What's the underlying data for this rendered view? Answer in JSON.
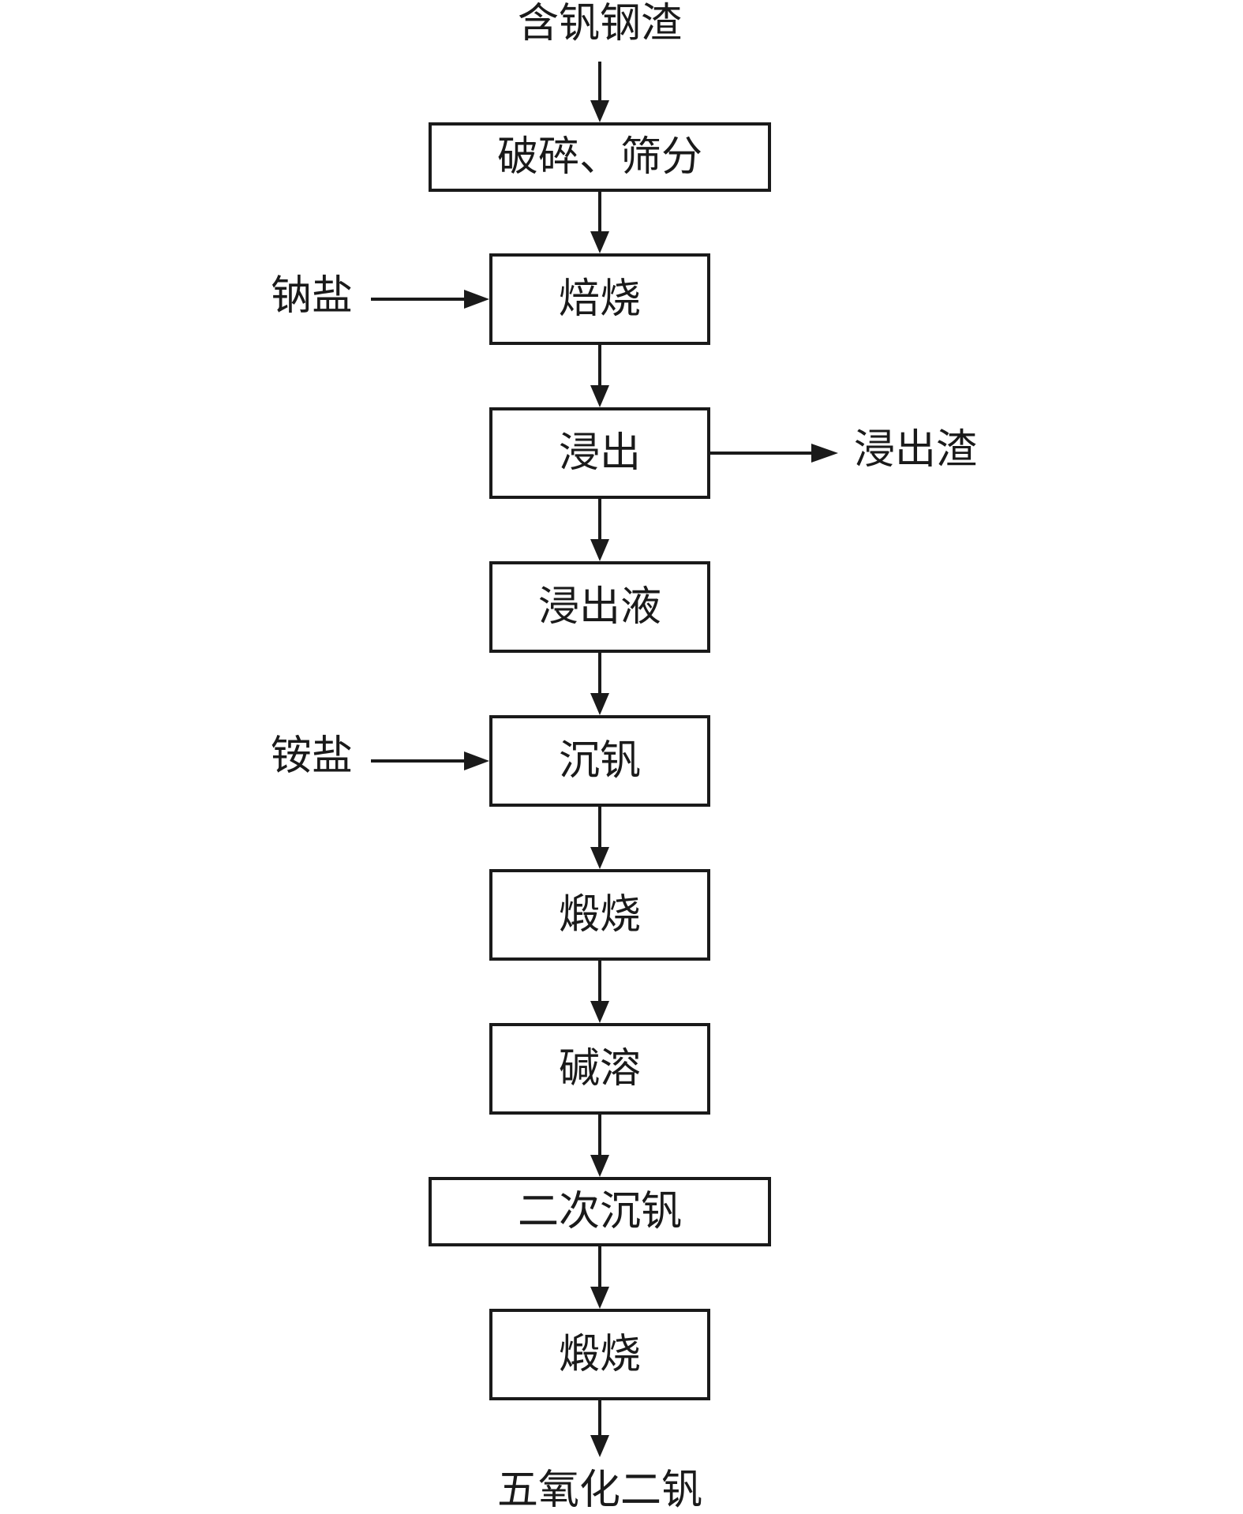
{
  "input_material": "含钒钢渣",
  "output_product": "五氧化二钒",
  "steps": [
    {
      "id": "crush",
      "label": "破碎、筛分"
    },
    {
      "id": "roast",
      "label": "焙烧"
    },
    {
      "id": "leach",
      "label": "浸出"
    },
    {
      "id": "leachate",
      "label": "浸出液"
    },
    {
      "id": "precip",
      "label": "沉钒"
    },
    {
      "id": "calcine1",
      "label": "煅烧"
    },
    {
      "id": "alkali",
      "label": "碱溶"
    },
    {
      "id": "precip2",
      "label": "二次沉钒"
    },
    {
      "id": "calcine2",
      "label": "煅烧"
    }
  ],
  "side_inputs": [
    {
      "label": "钠盐",
      "target": "roast"
    },
    {
      "label": "铵盐",
      "target": "precip"
    }
  ],
  "side_outputs": [
    {
      "label": "浸出渣",
      "source": "leach"
    }
  ]
}
